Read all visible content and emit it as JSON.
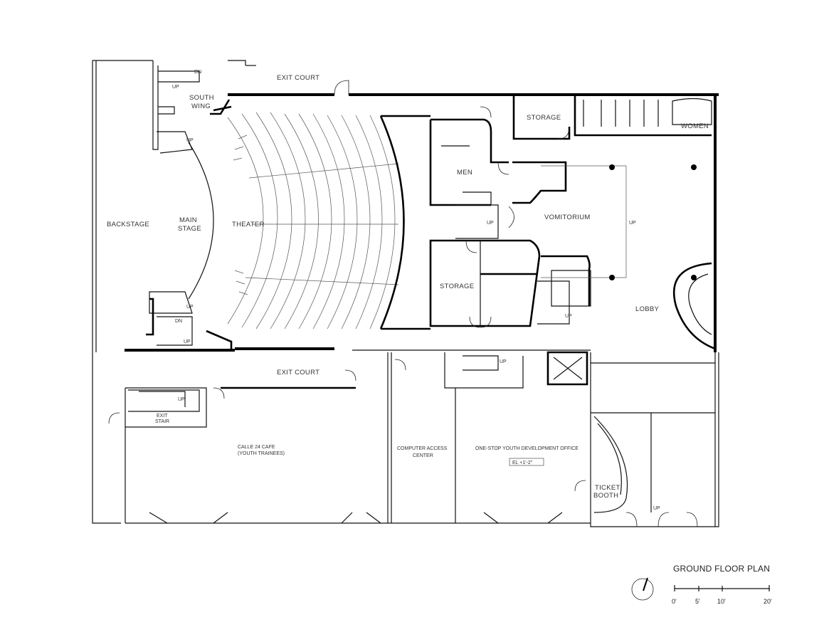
{
  "title": "GROUND FLOOR PLAN",
  "rooms": {
    "exit_court_top": "EXIT COURT",
    "south_wing_1": "SOUTH",
    "south_wing_2": "WING",
    "storage_top": "STORAGE",
    "women": "WOMEN",
    "men": "MEN",
    "vomitorium": "VOMITORIUM",
    "backstage": "BACKSTAGE",
    "main_stage_1": "MAIN",
    "main_stage_2": "STAGE",
    "theater": "THEATER",
    "storage_mid": "STORAGE",
    "lobby": "LOBBY",
    "exit_court_bottom": "EXIT COURT",
    "exit_stair_1": "EXIT",
    "exit_stair_2": "STAIR",
    "cafe_1": "CALLE 24 CAFE",
    "cafe_2": "(YOUTH TRAINEES)",
    "computer_1": "COMPUTER ACCESS",
    "computer_2": "CENTER",
    "youth_office": "ONE-STOP YOUTH DEVELOPMENT OFFICE",
    "elevation": "EL +1'-2\"",
    "ticket_1": "TICKET",
    "ticket_2": "BOOTH"
  },
  "stair_labels": {
    "up": "UP",
    "dn": "DN"
  },
  "scale_bar": {
    "ticks": [
      "0'",
      "5'",
      "10'",
      "20'"
    ]
  }
}
